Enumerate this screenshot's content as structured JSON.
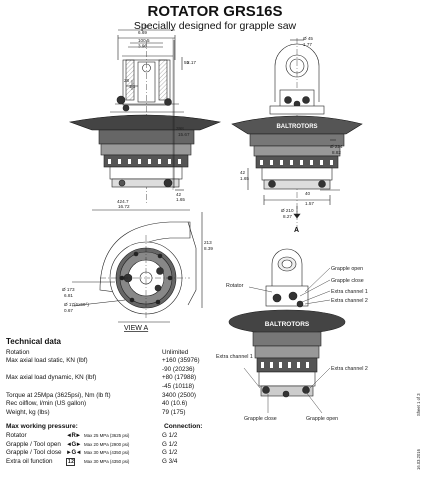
{
  "header": {
    "title": "ROTATOR GRS16S",
    "subtitle": "Specially designed for grapple saw"
  },
  "dimensions": {
    "front": [
      "170",
      "6.69",
      "100.5",
      "3.96",
      "28",
      "1.1",
      "55",
      "2.17",
      "398",
      "15.67",
      "42",
      "1.65"
    ],
    "side": [
      "Ø 45",
      "1.77",
      "Ø 224",
      "8.82",
      "Ø 210",
      "8.27",
      "40",
      "1.57",
      "42",
      "1.65"
    ],
    "view_a": [
      "424.7",
      "16.72",
      "213",
      "8.39",
      "Ø 173",
      "6.81",
      "Ø 17",
      "(6x60°)",
      "0.67"
    ]
  },
  "labels": {
    "section_a": "A",
    "view_a": "VIEW A",
    "rotator": "Rotator",
    "grapple_open": "Grapple open",
    "grapple_close": "Grapple close",
    "extra_channel_1": "Extra channel 1",
    "extra_channel_2": "Extra channel 2",
    "extra_channel_1_left": "Extra channel 1",
    "extra_channel_2_right": "Extra channel 2",
    "grapple_close_bottom": "Grapple close",
    "grapple_open_bottom": "Grapple open",
    "brand": "BALTROTORS"
  },
  "technical": {
    "heading": "Technical data",
    "rows": [
      {
        "k": "Rotation",
        "v": "Unlimited"
      },
      {
        "k": "Max axial load static, KN (lbf)",
        "v": "+160 (35976)"
      },
      {
        "k": "",
        "v": "-90 (20236)"
      },
      {
        "k": "Max axial load dynamic, KN (lbf)",
        "v": "+80 (17988)"
      },
      {
        "k": "",
        "v": "-45 (10118)"
      },
      {
        "k": "Torque at 25Mpa (3625psi), Nm (lb ft)",
        "v": "3400 (2500)"
      },
      {
        "k": "Rec oilflow, l/min (US gallon)",
        "v": "40 (10.6)"
      },
      {
        "k": "Weight, kg (lbs)",
        "v": "79 (175)"
      }
    ]
  },
  "pressure": {
    "heading": "Max working pressure:",
    "connection_heading": "Connection:",
    "rows": [
      {
        "k": "Rotator",
        "sym": "◄R►",
        "max": "Max 25 MPa (3625 psi)",
        "v": "G 1/2"
      },
      {
        "k": "Grapple / Tool open",
        "sym": "◄G►",
        "max": "Max 20 MPa (2900 psi)",
        "v": "G 1/2"
      },
      {
        "k": "Grapple / Tool close",
        "sym": "►G◄",
        "max": "Max 30 MPa (4350 psi)",
        "v": "G 1/2"
      },
      {
        "k": "Extra oil function",
        "sym": "1 2",
        "max": "Max 30 MPa (4350 psi)",
        "v": "G 3/4"
      }
    ]
  },
  "side_text": {
    "sheet": "Sheet 1 of 3",
    "date": "16.03.2016"
  }
}
